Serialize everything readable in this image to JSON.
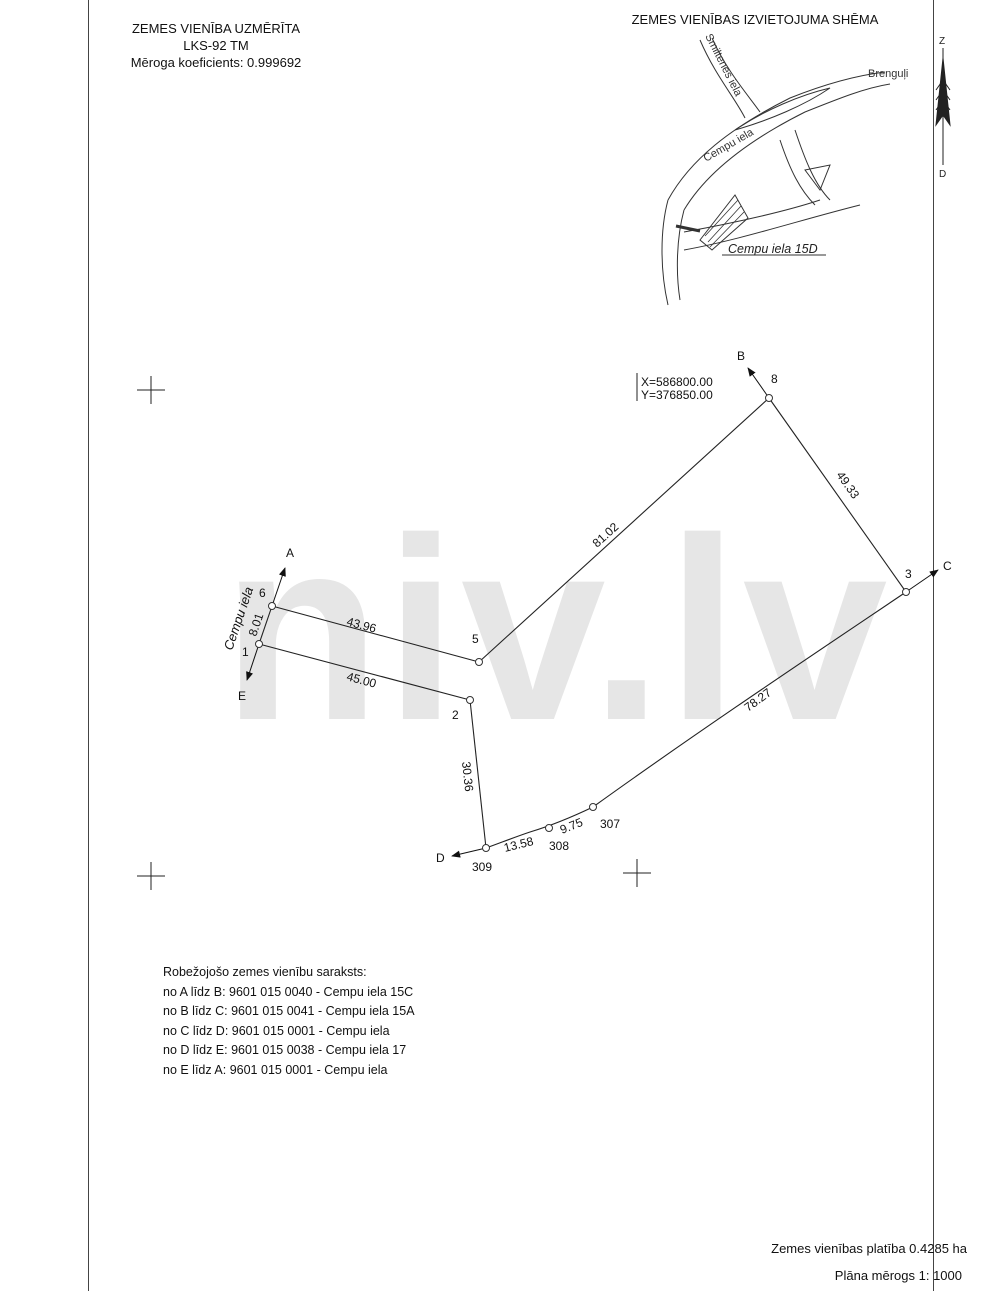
{
  "header_left": {
    "line1": "ZEMES VIENĪBA UZMĒRĪTA",
    "line2": "LKS-92 TM",
    "line3": "Mēroga koeficients: 0.999692"
  },
  "header_right": {
    "title": "ZEMES VIENĪBAS IZVIETOJUMA SHĒMA"
  },
  "location_map": {
    "road_smiltenes": "Smiltenes iela",
    "road_cempu": "Cempu iela",
    "place_brenguli": "Brenguļi",
    "parcel_label": "Cempu iela 15D"
  },
  "north_arrow": {
    "top": "Z",
    "bottom": "D"
  },
  "watermark": "niv.lv",
  "coordinates": {
    "x": "X=586800.00",
    "y": "Y=376850.00"
  },
  "street_label": "Cempu iela",
  "points": {
    "p1": "1",
    "p2": "2",
    "p3": "3",
    "p5": "5",
    "p6": "6",
    "p8": "8",
    "p307": "307",
    "p308": "308",
    "p309": "309"
  },
  "directions": {
    "a": "A",
    "b": "B",
    "c": "C",
    "d": "D",
    "e": "E"
  },
  "distances": {
    "d6_1": "8.01",
    "d6_5": "43.96",
    "d1_2": "45.00",
    "d5_8": "81.02",
    "d8_3": "49.33",
    "d3_307": "78.27",
    "d2_309": "30.36",
    "d309_308": "13.58",
    "d308_307": "9.75"
  },
  "neighbours": {
    "title": "Robežojošo zemes vienību saraksts:",
    "items": [
      "no A līdz B: 9601 015 0040 - Cempu iela 15C",
      "no B līdz C: 9601 015 0041 - Cempu iela 15A",
      "no C līdz D: 9601 015 0001 - Cempu iela",
      "no D līdz E: 9601 015 0038 - Cempu iela 17",
      "no E līdz A: 9601 015 0001 - Cempu iela"
    ]
  },
  "footer": {
    "area": "Zemes vienības platība 0.4285 ha",
    "scale": "Plāna mērogs 1: 1000"
  }
}
